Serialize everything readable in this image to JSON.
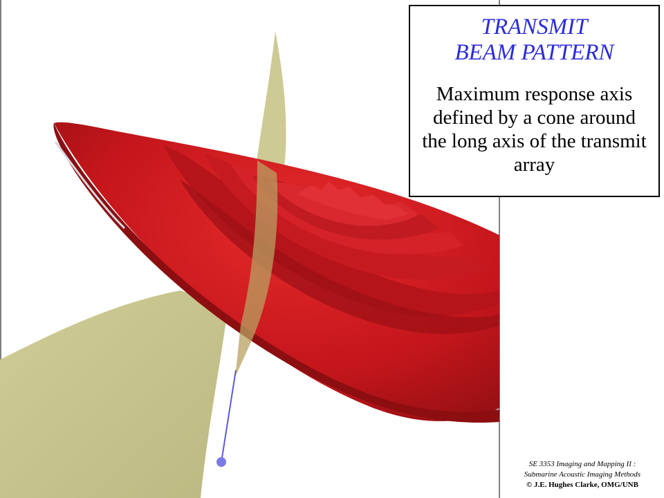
{
  "title": {
    "line1": "TRANSMIT",
    "line2": "BEAM PATTERN"
  },
  "description": "Maximum response axis defined by a cone around the long axis of the transmit array",
  "credits": {
    "line1": "SE 3353 Imaging and Mapping II :",
    "line2": "Submarine Acoustic Imaging Methods",
    "line3": "© J.E. Hughes Clarke, OMG/UNB"
  },
  "colors": {
    "title": "#2b2bd9",
    "beam_lobes": "#c2161b",
    "cone_surface": "#c9c68e",
    "axis_line": "#5a5ad8"
  }
}
